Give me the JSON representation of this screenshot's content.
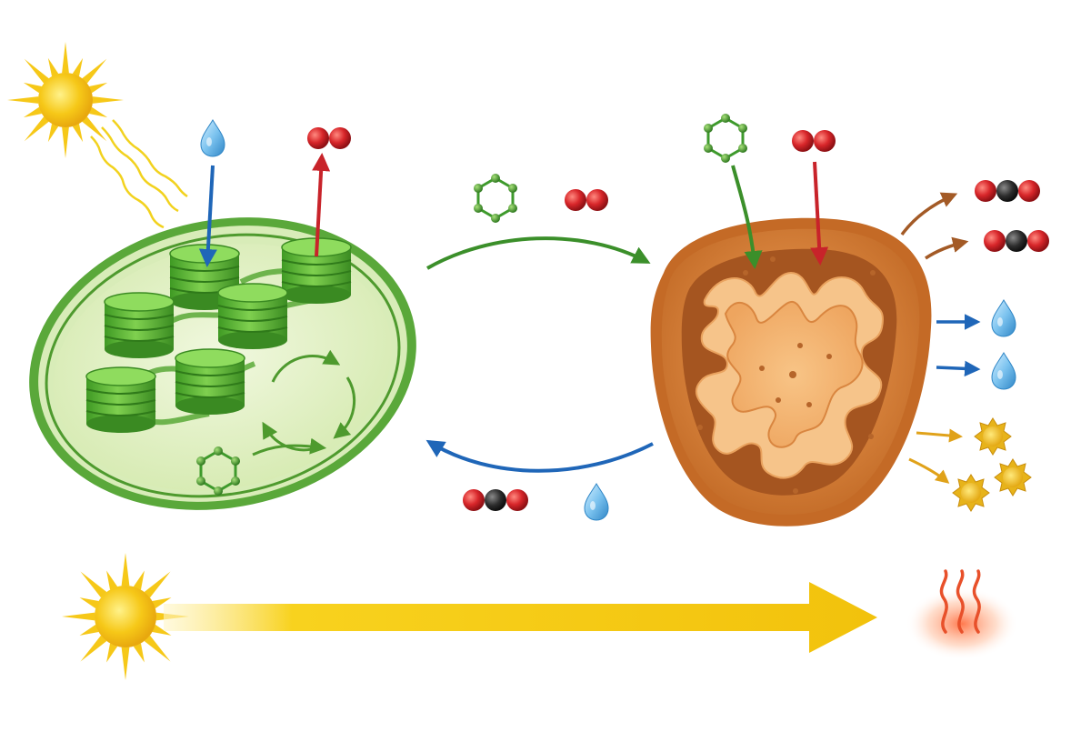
{
  "diagram": {
    "colors": {
      "background": "#ffffff",
      "chloroplast_outer": "#4e9a2e",
      "chloroplast_stroma": "#e8f3cf",
      "thylakoid": "#5cb83a",
      "mitochondrion_outer": "#c96f2a",
      "mitochondrion_fill": "#f1a45c",
      "matrix": "#f4b56e",
      "oxygen": "#d8262a",
      "carbon": "#2d2d2d",
      "water": "#4aa3df",
      "glucose": "#3e9a2c",
      "sun": "#f6c818",
      "arrow_green": "#3b8f2a",
      "arrow_blue": "#1f66b8",
      "arrow_red": "#c8232a",
      "arrow_brown": "#a35a26",
      "arrow_gold": "#e0a21a",
      "heat": "#e8502a"
    },
    "icons": [
      "sun-icon",
      "light-wave-icon",
      "water-drop-icon",
      "oxygen-molecule-icon",
      "carbon-dioxide-molecule-icon",
      "glucose-ring-icon",
      "atp-energy-icon",
      "heat-icon"
    ],
    "flows": [
      "light-into-chloroplast",
      "water-into-chloroplast",
      "oxygen-out-of-chloroplast",
      "glucose-and-oxygen-to-mitochondrion",
      "carbon-dioxide-and-water-to-chloroplast",
      "carbon-dioxide-out-of-mitochondrion",
      "water-out-of-mitochondrion",
      "energy-out-of-mitochondrion",
      "light-to-heat-energy-flow"
    ]
  }
}
